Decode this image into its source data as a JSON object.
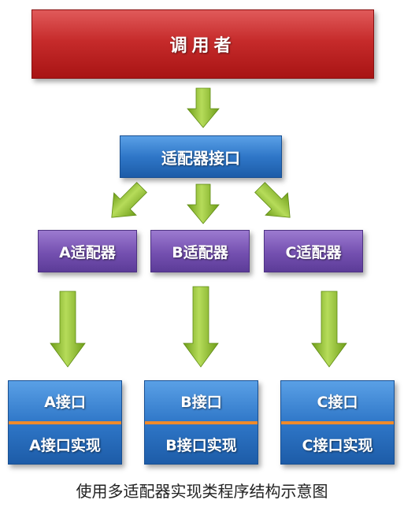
{
  "nodes": {
    "caller": "调用者",
    "adapter_interface": "适配器接口",
    "adapters": [
      "A适配器",
      "B适配器",
      "C适配器"
    ],
    "interfaces": [
      {
        "name": "A接口",
        "impl": "A接口实现"
      },
      {
        "name": "B接口",
        "impl": "B接口实现"
      },
      {
        "name": "C接口",
        "impl": "C接口实现"
      }
    ]
  },
  "caption": "使用多适配器实现类程序结构示意图",
  "colors": {
    "caller": "#c62b2b",
    "interface": "#2f77c8",
    "adapter": "#7450b0",
    "arrow": "#8cbf2a",
    "separator": "#f08a2a"
  }
}
